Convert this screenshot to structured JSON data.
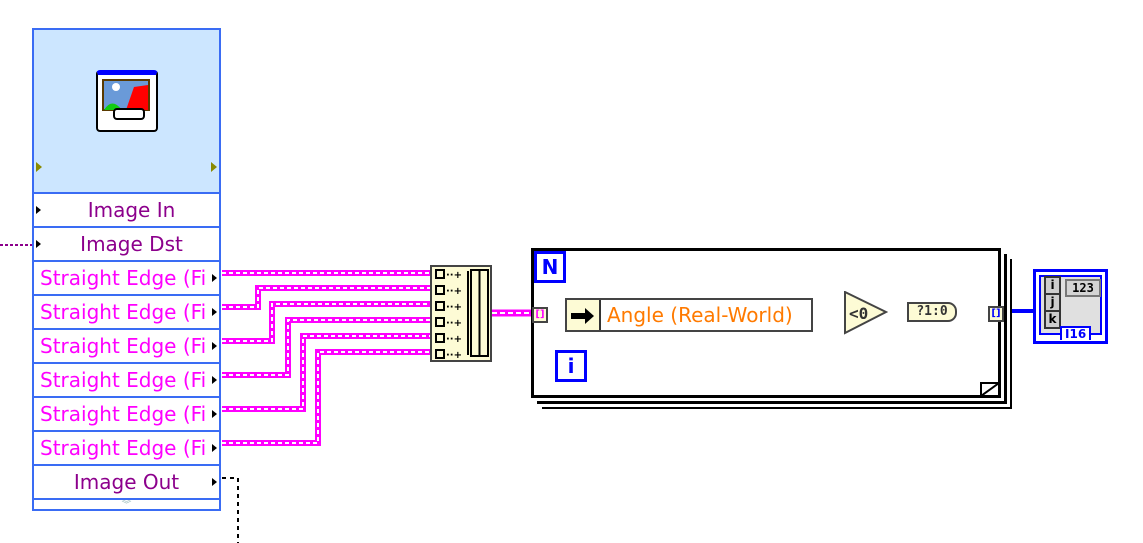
{
  "property_node": {
    "rows": [
      {
        "label": "Image In",
        "dir": "in"
      },
      {
        "label": "Image Dst",
        "dir": "in"
      },
      {
        "label": "Straight Edge (Fi",
        "dir": "out"
      },
      {
        "label": "Straight Edge (Fi",
        "dir": "out"
      },
      {
        "label": "Straight Edge (Fi",
        "dir": "out"
      },
      {
        "label": "Straight Edge (Fi",
        "dir": "out"
      },
      {
        "label": "Straight Edge (Fi",
        "dir": "out"
      },
      {
        "label": "Straight Edge (Fi",
        "dir": "out"
      },
      {
        "label": "Image Out",
        "dir": "out"
      }
    ],
    "icon": "image-vision-icon"
  },
  "build_array": {
    "inputs": 6
  },
  "for_loop": {
    "count_terminal": "N",
    "iteration_terminal": "i",
    "tunnel_in": "[]",
    "tunnel_out": "[]"
  },
  "unbundle": {
    "label": "Angle (Real-World)"
  },
  "less_than_zero": {
    "label": "<0"
  },
  "bool_to_num": {
    "label": "?1:0"
  },
  "indicator": {
    "index_labels": [
      "i",
      "j",
      "k"
    ],
    "value": "123",
    "type": "I16"
  },
  "colors": {
    "cluster_wire": "#ff00ff",
    "image_wire": "#8c008c",
    "numeric_wire": "#ff7a00",
    "int_wire": "#0000ff",
    "bool_wire": "#008000",
    "node_border": "#3a6cf4"
  }
}
